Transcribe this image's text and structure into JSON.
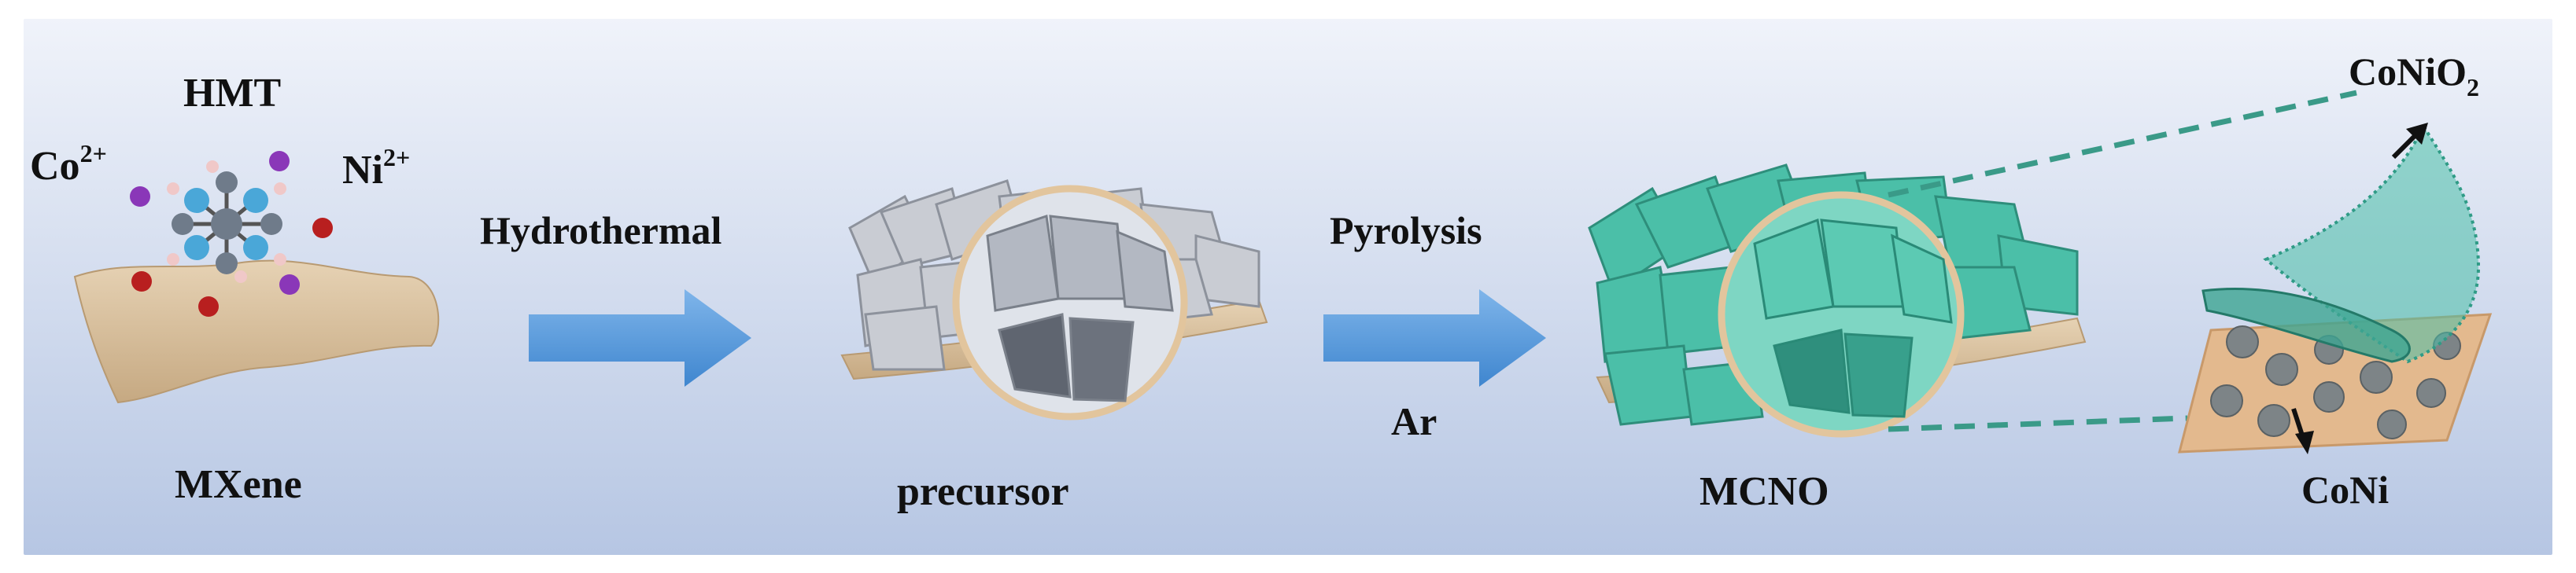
{
  "labels": {
    "hmt": "HMT",
    "co_ion": "Co",
    "co_charge": "2+",
    "ni_ion": "Ni",
    "ni_charge": "2+",
    "mxene": "MXene",
    "hydrothermal": "Hydrothermal",
    "precursor": "precursor",
    "pyrolysis": "Pyrolysis",
    "ar": "Ar",
    "mcno": "MCNO",
    "coniO2_main": "CoNiO",
    "coniO2_sub": "2",
    "coni": "CoNi"
  },
  "colors": {
    "background_top": "#eef2f9",
    "background_bottom": "#b9c8e4",
    "mxene_sheet": "#d9c19f",
    "arrow": "#4f93d6",
    "precursor_flakes": "#c9ccd3",
    "mcno_flakes": "#4bbfa8",
    "co_ion": "#8a37b8",
    "ni_ion": "#b81f1f",
    "dashed_line": "#3a9a88"
  },
  "icons": {
    "process_arrow_1": "right-arrow-icon",
    "process_arrow_2": "right-arrow-icon"
  }
}
